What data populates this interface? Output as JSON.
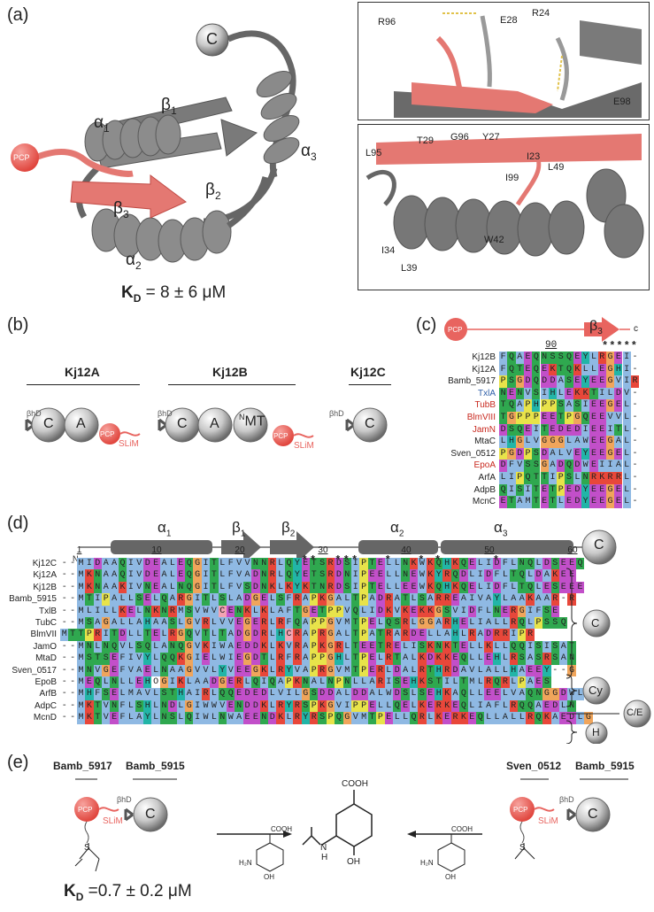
{
  "panels": {
    "a": "(a)",
    "b": "(b)",
    "c": "(c)",
    "d": "(d)",
    "e": "(e)"
  },
  "panel_a": {
    "c_ball": "C",
    "pcp": "PCP",
    "alpha1": "α",
    "alpha1_sub": "1",
    "beta1": "β",
    "beta1_sub": "1",
    "alpha3": "α",
    "alpha3_sub": "3",
    "beta2": "β",
    "beta2_sub": "2",
    "beta3": "β",
    "beta3_sub": "3",
    "alpha2": "α",
    "alpha2_sub": "2",
    "kd_prefix": "K",
    "kd_sub": "D",
    "kd_value": " = 8 ± 6 μM",
    "inset_top_labels": [
      "R96",
      "E28",
      "R24",
      "E98"
    ],
    "inset_bottom_labels": [
      "L95",
      "T29",
      "G96",
      "Y27",
      "I23",
      "L49",
      "I99",
      "I34",
      "W42",
      "L39"
    ]
  },
  "panel_b": {
    "groups": [
      {
        "title": "Kj12A",
        "domains": [
          "C",
          "A"
        ],
        "has_pcp": true
      },
      {
        "title": "Kj12B",
        "domains": [
          "C",
          "A",
          "MT"
        ],
        "mt_super": "N",
        "has_pcp": true
      },
      {
        "title": "Kj12C",
        "domains": [
          "C"
        ],
        "has_pcp": false
      }
    ],
    "bhd": "βhD",
    "pcp": "PCP",
    "slim": "SLiM"
  },
  "panel_c": {
    "pcp": "PCP",
    "beta3": "β",
    "beta3_sub": "3",
    "c_terminus": "c",
    "position_label": "90",
    "stars": "*****",
    "rows": [
      {
        "name": "Kj12B",
        "seq": "FQAEQNSSQEYLRGEI-",
        "color": "#222"
      },
      {
        "name": "Kj12A",
        "seq": "FQTEQEKTQKLLEGHI-",
        "color": "#222"
      },
      {
        "name": "Bamb_5917",
        "seq": "PSGDQDDASEYEEGVIR",
        "color": "#222"
      },
      {
        "name": "TxlA",
        "seq": "NENVSIHLEKKTILDV-",
        "color": "#2f5fa8"
      },
      {
        "name": "TubB",
        "seq": "TQAPHPPSASIEEGEL-",
        "color": "#c8281e"
      },
      {
        "name": "BlmVIII",
        "seq": "TGPPPEETPGQEEVVL-",
        "color": "#c8281e"
      },
      {
        "name": "JamN",
        "seq": "DSQEITEDEDIEEITL-",
        "color": "#c8281e"
      },
      {
        "name": "MtaC",
        "seq": "LHGLVGGGLAWEEGAL-",
        "color": "#222"
      },
      {
        "name": "Sven_0512",
        "seq": "PGDPSDALVEYEEGEL-",
        "color": "#222"
      },
      {
        "name": "EpoA",
        "seq": "DFVSSGADQDWEIIAL-",
        "color": "#c8281e"
      },
      {
        "name": "ArfA",
        "seq": "LIPQTTIPSLNRKRRL-",
        "color": "#222"
      },
      {
        "name": "AdpB",
        "seq": "QISITETPEDYEEGEL-",
        "color": "#222"
      },
      {
        "name": "McnC",
        "seq": "ETAMTETLEDYEEGEL-",
        "color": "#222"
      }
    ]
  },
  "panel_d": {
    "n_terminus": "N",
    "c_ball": "C",
    "ss_labels": [
      {
        "sym": "α",
        "sub": "1"
      },
      {
        "sym": "β",
        "sub": "1"
      },
      {
        "sym": "β",
        "sub": "2"
      },
      {
        "sym": "α",
        "sub": "2"
      },
      {
        "sym": "α",
        "sub": "3"
      }
    ],
    "positions": [
      "1",
      "10",
      "20",
      "30",
      "40",
      "50",
      "60"
    ],
    "star_line": "                             **  ***   *   * *      *",
    "rows": [
      {
        "name": "Kj12C",
        "seq": "--MIDAAQIVDEALEQGITLFVVNNRLQYETSRDSIPTELLNKWKQHKQELIDFLNQLDSEEQ"
      },
      {
        "name": "Kj12A",
        "seq": "--MKNAAQIVDEALEQGITLFVADNRLQYETSRDNIPEELLNEWKYRQDLIDFLTQLDAKEE"
      },
      {
        "name": "Kj12B",
        "seq": "--MKNAAKIVNEALNQGITLFVSDNKLKYKTNRDSIPTELLEEWKQHKQELIDFLTQLESEEE"
      },
      {
        "name": "Bamb_5915",
        "seq": "--MTIPALLSELQARGITLSLADGELSFRAPKGALTPADRATLSARREAIVAYLAAKAAR-R"
      },
      {
        "name": "TxlB",
        "seq": "--MLILLKELNKNRMSVWVCENKLKLAFTGETPPVQLIDKVKEKKGSVIDFLNERGIFSE"
      },
      {
        "name": "TubC",
        "seq": "--MSAGALLAHAASLGVRLVVEGERLRFQAPPGVMTPELQSRLGGARHELIALLRQLPSSQ"
      },
      {
        "name": "BlmVII",
        "seq": "MTTPRITDLLTELRGQVTLTADGDRLHCRAPRGALTPATRARDELLAHLRADRRIPR"
      },
      {
        "name": "JamO",
        "seq": "--MNLNQVLSQLANQGVKIWAEDDKLKVRAPKGRLTEETRELISKNKTELLKLLQQISISAT"
      },
      {
        "name": "MtaD",
        "seq": "--MSTSEFIVYLQQKGIELWIEGDTLRFRAPPGHLTPELRTALKDKKEQLLEHLRSASRSAN"
      },
      {
        "name": "Sven_0517",
        "seq": "--MNVGEFVAELNAAGVVLYVEEGKLRYVAPRGVMTPERLDALRTHRDAVLALLHAEEY--G"
      },
      {
        "name": "EpoB",
        "seq": "--MEQLNLLEHOGIKLAADGERLQIQAPKNALNPNLLARISEHKSTILTMLRQRLPAES"
      },
      {
        "name": "ArfB",
        "seq": "--MHFSELMAVLSTHAIRLQQEDEDLVILGSDDALDDALWDSLSEHKAQLLEELVAQNGGDWL"
      },
      {
        "name": "AdpC",
        "seq": "--MKTVNFLSHLNDLGIWWVENDDKLRYRSPKGVIPPELLQELKERKEQLIAFLRQQAEDLN"
      },
      {
        "name": "McnD",
        "seq": "--MKTVEFLAYLNSLQIWLNWAEENDKLRYRSPQGVMTPELLQRLKERKEQLLALLRQKAEDLG"
      }
    ],
    "brackets": [
      "C",
      "Cy",
      "C/E",
      "H"
    ]
  },
  "panel_e": {
    "left_title_1": "Bamb_5917",
    "left_title_2": "Bamb_5915",
    "right_title_1": "Sven_0512",
    "right_title_2": "Bamb_5915",
    "pcp": "PCP",
    "slim": "SLiM",
    "bhd": "βhD",
    "c_ball": "C",
    "s_atom": "S",
    "cooh": "COOH",
    "oh": "OH",
    "h2n": "H₂N",
    "n_atom": "N",
    "h_atom": "H",
    "kd_prefix": "K",
    "kd_sub": "D",
    "kd_value": " =0.7 ± 0.2 μM"
  },
  "colors": {
    "helix_grey": "#6e6e6e",
    "pcp_red": "#e8645f",
    "sheet_red": "#e47872",
    "aln_blue": "#8fb9e3",
    "aln_green": "#2fa84f",
    "aln_purple": "#c24fc9",
    "aln_orange": "#f0a55b",
    "aln_yellow": "#e8e34a",
    "aln_red": "#e8473a",
    "aln_teal": "#22b5a7",
    "aln_pink": "#f3a3b3"
  }
}
